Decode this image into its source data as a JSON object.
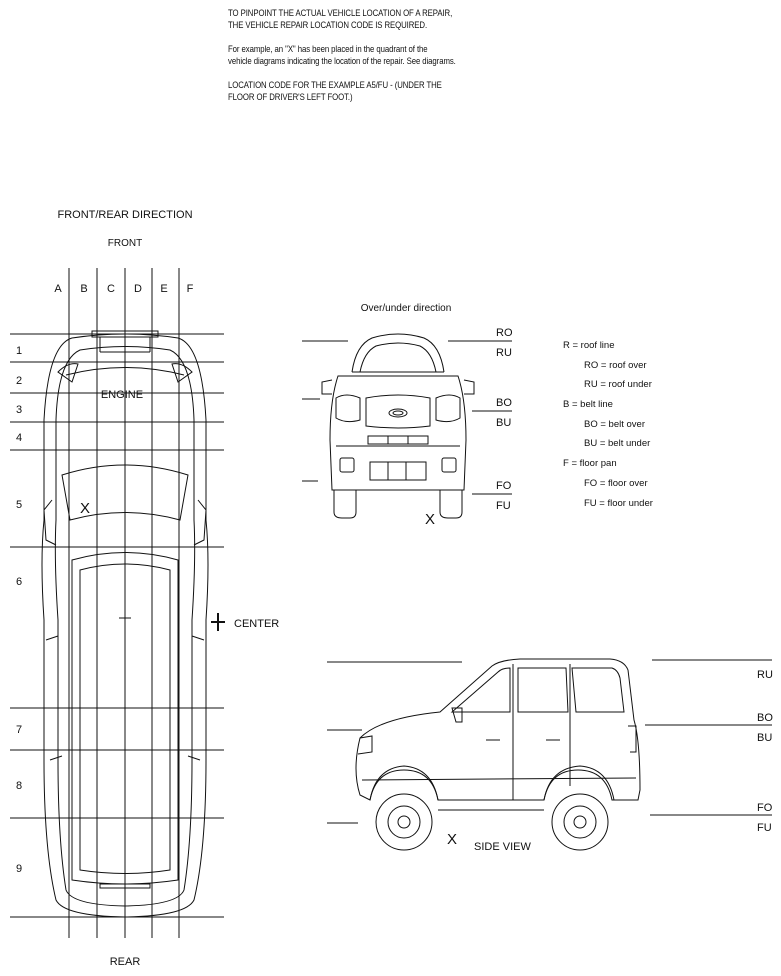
{
  "intro": {
    "p1": "TO PINPOINT THE ACTUAL VEHICLE LOCATION OF A REPAIR,\nTHE VEHICLE REPAIR LOCATION CODE IS REQUIRED.",
    "p2": "For example, an \"X\" has been placed in the quadrant of the\nvehicle diagrams indicating the location of the repair. See diagrams.",
    "p3": "LOCATION CODE  FOR THE EXAMPLE A5/FU - (UNDER THE\nFLOOR OF DRIVER'S LEFT FOOT.)"
  },
  "top_view": {
    "title": "FRONT/REAR DIRECTION",
    "front": "FRONT",
    "rear": "REAR",
    "engine": "ENGINE",
    "center": "CENTER",
    "columns": [
      "A",
      "B",
      "C",
      "D",
      "E",
      "F"
    ],
    "rows": [
      "1",
      "2",
      "3",
      "4",
      "5",
      "6",
      "7",
      "8",
      "9"
    ],
    "mark": "X"
  },
  "front_view": {
    "title": "Over/under direction",
    "labels": [
      "RO",
      "RU",
      "BO",
      "BU",
      "FO",
      "FU"
    ],
    "mark": "X"
  },
  "legend": {
    "lines": [
      "R = roof line",
      "RO = roof over",
      "RU = roof under",
      "B = belt line",
      "BO = belt over",
      "BU = belt under",
      "F = floor pan",
      "FO = floor over",
      "FU = floor under"
    ]
  },
  "side_view": {
    "caption": "SIDE VIEW",
    "labels": [
      "RU",
      "BO",
      "BU",
      "FO",
      "FU"
    ],
    "mark": "X"
  }
}
